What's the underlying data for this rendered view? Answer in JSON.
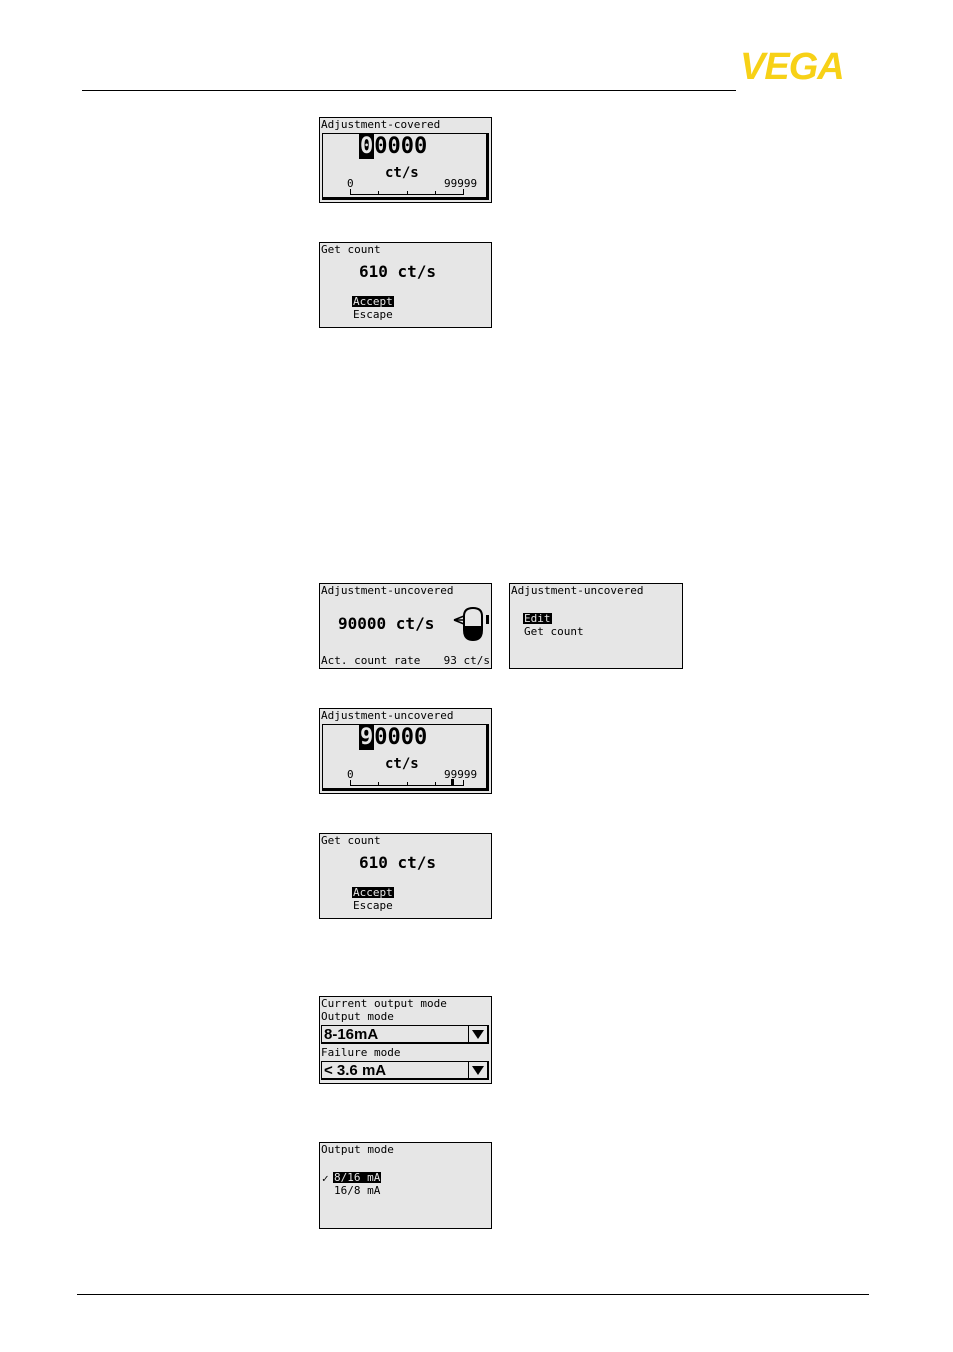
{
  "header": {
    "brand": "VEGA"
  },
  "screens": {
    "adj_covered_edit": {
      "title": "Adjustment-covered",
      "value_cursor": "0",
      "value_rest": "0000",
      "unit": "ct/s",
      "min": "0",
      "max": "99999"
    },
    "get_count_1": {
      "title": "Get count",
      "value": "610 ct/s",
      "options": [
        "Accept",
        "Escape"
      ]
    },
    "adj_uncovered_view": {
      "title": "Adjustment-uncovered",
      "value": "90000 ct/s",
      "act_label": "Act. count rate",
      "act_value": "93 ct/s"
    },
    "adj_uncovered_menu": {
      "title": "Adjustment-uncovered",
      "options": [
        "Edit",
        "Get count"
      ]
    },
    "adj_uncovered_edit": {
      "title": "Adjustment-uncovered",
      "value_cursor": "9",
      "value_rest": "0000",
      "unit": "ct/s",
      "min": "0",
      "max": "99999",
      "marker_fraction": 0.9
    },
    "get_count_2": {
      "title": "Get count",
      "value": "610 ct/s",
      "options": [
        "Accept",
        "Escape"
      ]
    },
    "current_output_mode": {
      "title": "Current output mode",
      "output_label": "Output mode",
      "output_value": "8-16mA",
      "failure_label": "Failure mode",
      "failure_value": "< 3.6 mA"
    },
    "output_mode_select": {
      "title": "Output mode",
      "check": "✓",
      "options": [
        "8/16 mA",
        "16/8 mA"
      ]
    }
  }
}
